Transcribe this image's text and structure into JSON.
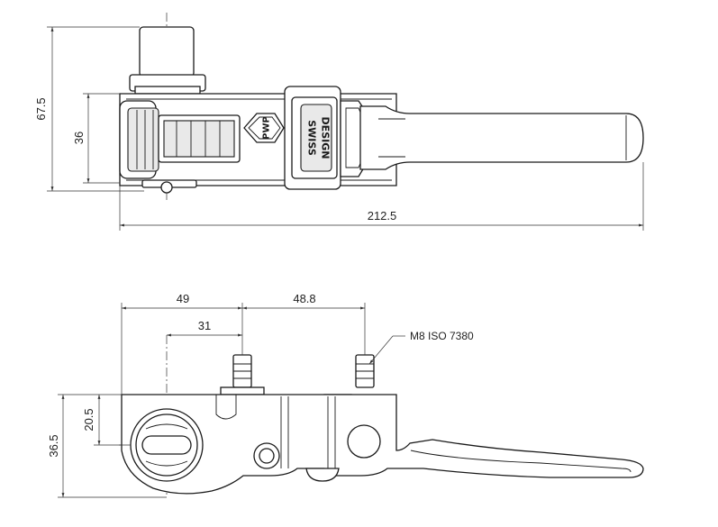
{
  "top_view": {
    "dimensions": {
      "height_overall": "67.5",
      "height_jaw": "36",
      "length_overall": "212.5"
    },
    "marks": {
      "logo": "PWP",
      "brand_line1": "SWISS",
      "brand_line2": "DESIGN"
    }
  },
  "side_view": {
    "dimensions": {
      "width_to_stud": "49",
      "stud_spacing": "48.8",
      "center_to_stud": "31",
      "height_overall": "36.5",
      "height_to_center": "20.5"
    },
    "callout": "M8 ISO 7380"
  }
}
